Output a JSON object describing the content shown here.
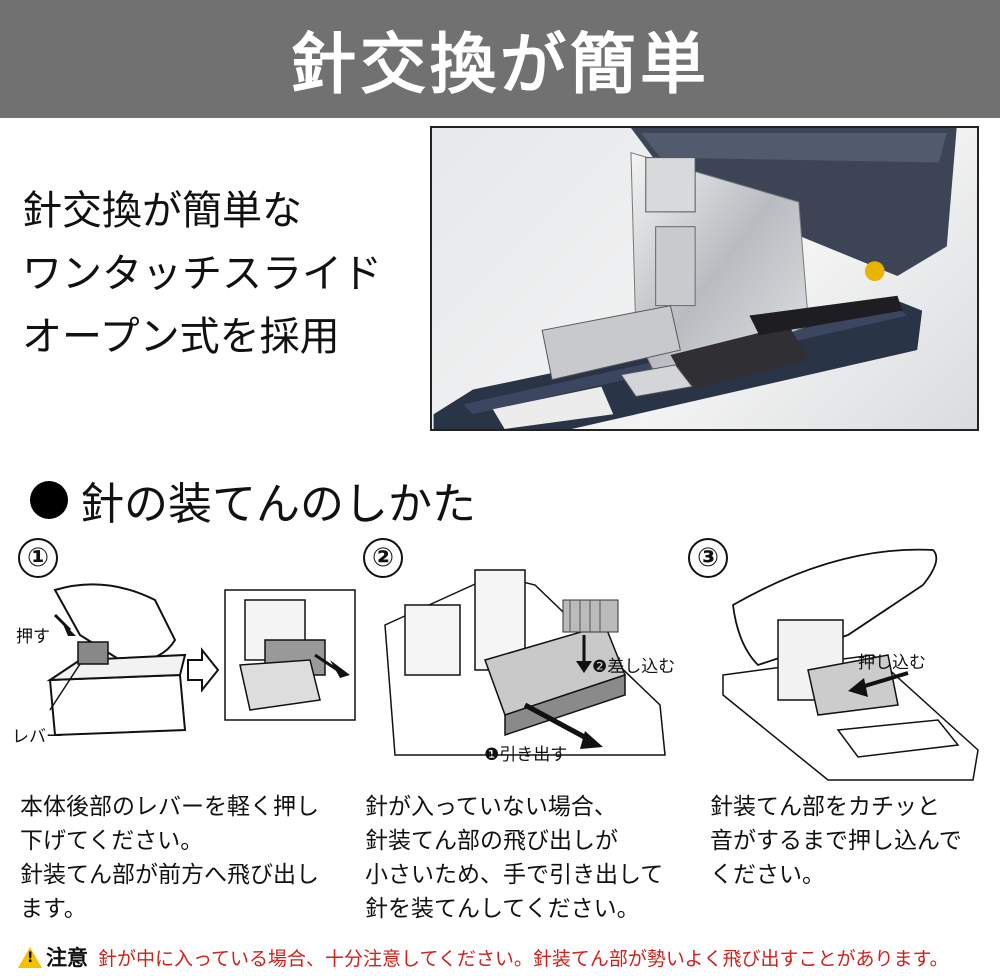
{
  "banner": {
    "title": "針交換が簡単"
  },
  "intro": {
    "lines": [
      "針交換が簡単な",
      "ワンタッチスライド",
      "オープン式を採用"
    ]
  },
  "section": {
    "title": "針の装てんのしかた"
  },
  "steps": [
    {
      "number": "①",
      "label_push": "押す",
      "label_lever": "レバー",
      "text": "本体後部のレバーを軽く押し\n下げてください。\n針装てん部が前方へ飛び出し\nます。"
    },
    {
      "number": "②",
      "label_insert": "❷差し込む",
      "label_pull": "❶引き出す",
      "text": "針が入っていない場合、\n針装てん部の飛び出しが\n小さいため、手で引き出して\n針を装てんしてください。"
    },
    {
      "number": "③",
      "label_push_in": "押し込む",
      "text": "針装てん部をカチッと\n音がするまで押し込んで\nください。"
    }
  ],
  "caution": {
    "icon": "warning-icon",
    "label": "注意",
    "text": "針が中に入っている場合、十分注意してください。針装てん部が勢いよく飛び出すことがあります。"
  }
}
